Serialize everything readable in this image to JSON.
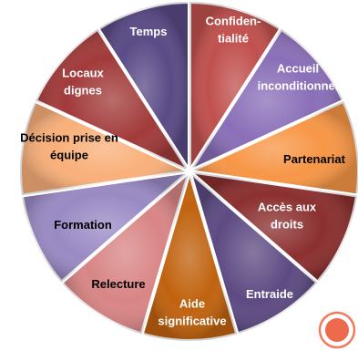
{
  "diagram": {
    "segments": [
      {
        "id": "temps",
        "lines": [
          "Temps"
        ],
        "color": "#5a4a86",
        "text": "light"
      },
      {
        "id": "confidentialite",
        "lines": [
          "Confiden-",
          "tialité"
        ],
        "color": "#c0504d",
        "text": "light"
      },
      {
        "id": "accueil",
        "lines": [
          "Accueil",
          "inconditionnel"
        ],
        "color": "#8a6fb8",
        "text": "light"
      },
      {
        "id": "partenariat",
        "lines": [
          "Partenariat"
        ],
        "color": "#f79646",
        "text": "dark"
      },
      {
        "id": "acces",
        "lines": [
          "Accès aux",
          "droits"
        ],
        "color": "#8b2f2f",
        "text": "light"
      },
      {
        "id": "entraide",
        "lines": [
          "Entraide"
        ],
        "color": "#5d4a82",
        "text": "light"
      },
      {
        "id": "aide",
        "lines": [
          "Aide",
          "significative"
        ],
        "color": "#c0620e",
        "text": "light"
      },
      {
        "id": "relecture",
        "lines": [
          "Relecture"
        ],
        "color": "#d98585",
        "text": "dark"
      },
      {
        "id": "formation",
        "lines": [
          "Formation"
        ],
        "color": "#9a8ac4",
        "text": "dark"
      },
      {
        "id": "decision",
        "lines": [
          "Décision prise en",
          "équipe"
        ],
        "color": "#f9b07a",
        "text": "dark"
      },
      {
        "id": "locaux",
        "lines": [
          "Locaux",
          "dignes"
        ],
        "color": "#a23a3a",
        "text": "light"
      }
    ]
  },
  "record_button": {
    "ring_color": "#f47a5e",
    "dot_color": "#ee6a4c"
  }
}
